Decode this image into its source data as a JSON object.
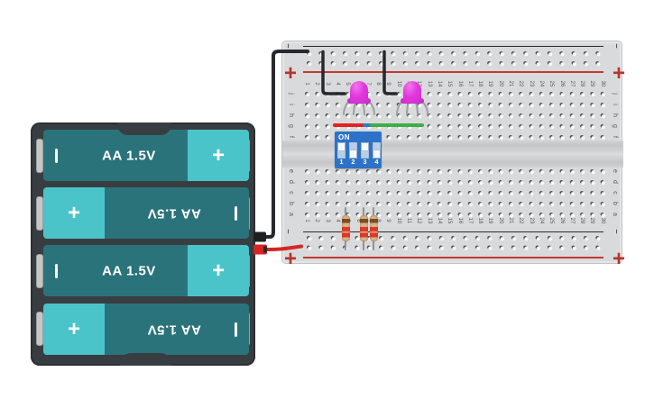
{
  "breadboard": {
    "rails": {
      "minus_label": "–",
      "plus_label": "+"
    },
    "column_numbers": [
      "1",
      "2",
      "3",
      "4",
      "5",
      "6",
      "7",
      "8",
      "9",
      "10",
      "11",
      "12",
      "13",
      "14",
      "15",
      "16",
      "17",
      "18",
      "19",
      "20",
      "21",
      "22",
      "23",
      "24",
      "25",
      "26",
      "27",
      "28",
      "29",
      "30"
    ],
    "row_letters_top": [
      "j",
      "i",
      "h",
      "g",
      "f"
    ],
    "row_letters_bottom": [
      "e",
      "d",
      "c",
      "b",
      "a"
    ]
  },
  "battery_pack": {
    "plus_symbol": "+",
    "cells": [
      {
        "label": "AA 1.5V",
        "flipped": false
      },
      {
        "label": "AA 1.5V",
        "flipped": true
      },
      {
        "label": "AA 1.5V",
        "flipped": false
      },
      {
        "label": "AA 1.5V",
        "flipped": true
      }
    ]
  },
  "dip_switch": {
    "on_label": "ON",
    "switches": [
      {
        "label": "1",
        "state": "on"
      },
      {
        "label": "2",
        "state": "off"
      },
      {
        "label": "3",
        "state": "on"
      },
      {
        "label": "4",
        "state": "off"
      }
    ]
  },
  "components": {
    "leds": [
      {
        "name": "rgb-led-1",
        "color": "#e137dd"
      },
      {
        "name": "rgb-led-2",
        "color": "#e137dd"
      }
    ],
    "resistors": [
      {
        "bands": [
          "brown",
          "red",
          "red"
        ]
      },
      {
        "bands": [
          "brown",
          "red",
          "red"
        ]
      },
      {
        "bands": [
          "brown",
          "red",
          "red"
        ]
      }
    ],
    "wires": [
      {
        "name": "battery-negative-wire",
        "color": "#26282b"
      },
      {
        "name": "battery-positive-wire",
        "color": "#d42724"
      },
      {
        "name": "rail-to-led1-wire",
        "color": "#26282b"
      },
      {
        "name": "rail-to-led2-wire",
        "color": "#26282b"
      },
      {
        "name": "jumper-red",
        "color": "#e0231f"
      },
      {
        "name": "jumper-blue",
        "color": "#2e7bc9"
      },
      {
        "name": "jumper-green",
        "color": "#3fae49"
      }
    ]
  },
  "colors": {
    "board_gray": "#d9dadb",
    "rail_red_line": "#c03a31",
    "wire_black": "#26282b",
    "wire_red": "#d42724",
    "jumper_red": "#e0231f",
    "jumper_blue": "#2e7bc9",
    "jumper_green": "#3fae49",
    "led_magenta": "#e137dd",
    "led_magenta_dark": "#c92ec7",
    "dip_blue": "#2d72c8",
    "dip_slot": "#b9cfe6",
    "battery_teal_dark": "#2b737b",
    "battery_teal_light": "#4bc4c9",
    "pack_frame": "#383d41",
    "resistor_body": "#d7b58a",
    "band_brown": "#7d4a22",
    "band_red": "#e3362b",
    "pin_gray": "#8f9499"
  }
}
